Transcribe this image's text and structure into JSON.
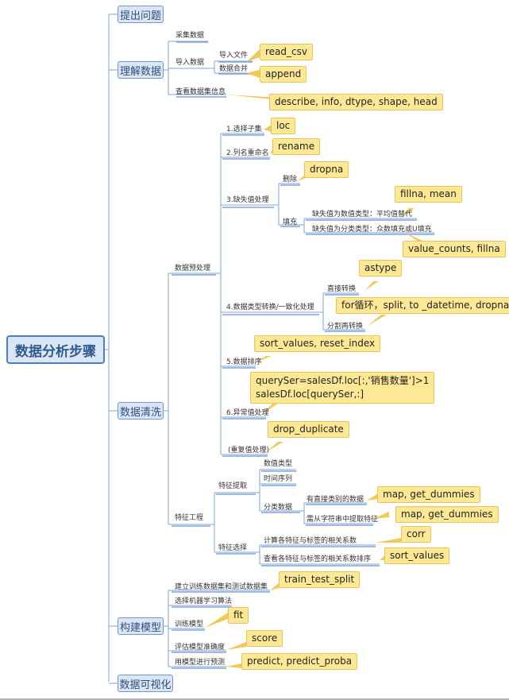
{
  "root": {
    "label": "数据分析步骤"
  },
  "branches": {
    "ask": {
      "label": "提出问题"
    },
    "understand": {
      "label": "理解数据",
      "collect": "采集数据",
      "import": "导入数据",
      "import_file": "导入文件",
      "merge": "数据合并",
      "inspect": "查看数据集信息",
      "notes": {
        "read_csv": "read_csv",
        "append": "append",
        "inspect": "describe, info, dtype, shape, head"
      }
    },
    "clean": {
      "label": "数据清洗",
      "preprocess": "数据预处理",
      "step1": "1.选择子集",
      "step2": "2.列名重命名",
      "step3": "3.缺失值处理",
      "drop": "删除",
      "fill": "填充",
      "fill_numeric": "缺失值为数值类型：平均值替代",
      "fill_category": "缺失值为分类类型：众数填充或U填充",
      "step4": "4.数据类型转换/一致化处理",
      "direct": "直接转换",
      "split_convert": "分割再转换",
      "step5": "5.数据排序",
      "step6": "6.异常值处理",
      "dup": "(重复值处理)",
      "feature_eng": "特征工程",
      "feature_extract": "特征提取",
      "numeric_type": "数值类型",
      "time_series": "时间序列",
      "categorical": "分类数据",
      "direct_category": "有直接类别的数据",
      "from_string": "需从字符串中提取特征",
      "feature_select": "特征选择",
      "calc_corr": "计算各特征与标签的相关系数",
      "sort_corr": "查看各特征与标签的相关系数排序",
      "notes": {
        "loc": "loc",
        "rename": "rename",
        "dropna": "dropna",
        "fillna_mean": "fillna, mean",
        "value_counts": "value_counts, fillna",
        "astype": "astype",
        "split_chain": "for循环，split,  to _datetime, dropna",
        "sort": "sort_values, reset_index",
        "query_line1": "querySer=salesDf.loc[:,'销售数量']>1",
        "query_line2": "salesDf.loc[querySer,:]",
        "drop_dup": "drop_duplicate",
        "dummies1": "map, get_dummies",
        "dummies2": "map, get_dummies",
        "corr": "corr",
        "sort_values": "sort_values"
      }
    },
    "model": {
      "label": "构建模型",
      "split": "建立训练数据集和测试数据集",
      "choose": "选择机器学习算法",
      "train": "训练模型",
      "evaluate": "评估模型准确度",
      "predict": "用模型进行预测",
      "notes": {
        "split": "train_test_split",
        "fit": "fit",
        "score": "score",
        "predict": "predict, predict_proba"
      }
    },
    "visualize": {
      "label": "数据可视化"
    }
  },
  "colors": {
    "line": "#7ea6d8",
    "note_bg": "#fde995",
    "note_border": "#e8c55a",
    "node_bg": "#dbe6f4",
    "callout": "#f0b93a"
  }
}
